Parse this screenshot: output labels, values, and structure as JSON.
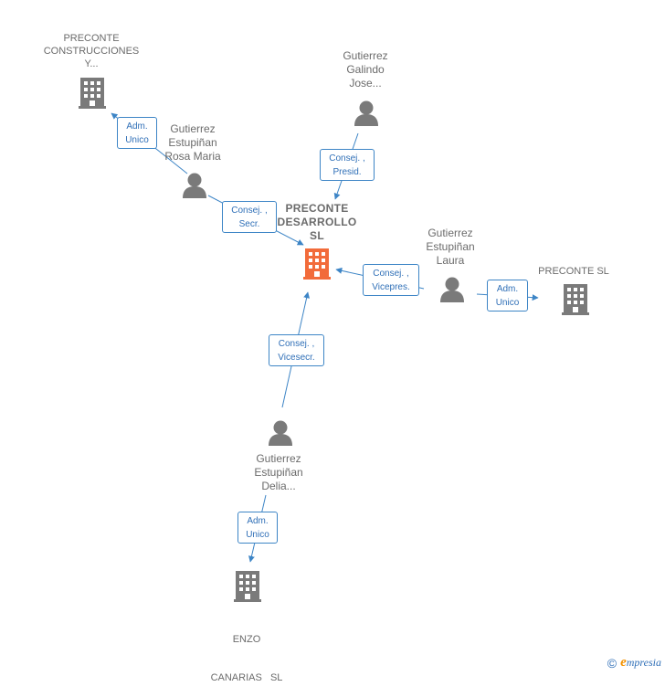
{
  "colors": {
    "edge": "#3d85c6",
    "node_gray": "#7a7a7a",
    "center_accent": "#f26b3a"
  },
  "nodes": {
    "preconte_construcciones": {
      "label_lines": [
        "PRECONTE",
        "CONSTRUCCIONES",
        "Y..."
      ],
      "icon": "building-icon"
    },
    "gutierrez_galindo": {
      "label_lines": [
        "Gutierrez",
        "Galindo",
        "Jose..."
      ],
      "icon": "person-icon"
    },
    "gutierrez_rosa": {
      "label_lines": [
        "Gutierrez",
        "Estupiñan",
        "Rosa Maria"
      ],
      "icon": "person-icon"
    },
    "preconte_desarrollo": {
      "label_lines": [
        "PRECONTE",
        "DESARROLLO",
        "SL"
      ],
      "icon": "building-icon"
    },
    "gutierrez_laura": {
      "label_lines": [
        "Gutierrez",
        "Estupiñan",
        "Laura"
      ],
      "icon": "person-icon"
    },
    "preconte_sl": {
      "label_lines": [
        "PRECONTE SL"
      ],
      "icon": "building-icon"
    },
    "gutierrez_delia": {
      "label_lines": [
        "Gutierrez",
        "Estupiñan",
        "Delia..."
      ],
      "icon": "person-icon"
    },
    "enzo_canarias": {
      "label_lines": [
        "ENZO",
        "CANARIAS   SL"
      ],
      "icon": "building-icon"
    }
  },
  "relations": {
    "rosa_to_construcciones": {
      "line1": "Adm.",
      "line2": "Unico"
    },
    "galindo_to_desarrollo": {
      "line1": "Consej. ,",
      "line2": "Presid."
    },
    "rosa_to_desarrollo": {
      "line1": "Consej. ,",
      "line2": "Secr."
    },
    "laura_to_desarrollo": {
      "line1": "Consej. ,",
      "line2": "Vicepres."
    },
    "laura_to_preconte_sl": {
      "line1": "Adm.",
      "line2": "Unico"
    },
    "delia_to_desarrollo": {
      "line1": "Consej. ,",
      "line2": "Vicesecr."
    },
    "delia_to_enzo": {
      "line1": "Adm.",
      "line2": "Unico"
    }
  },
  "footer": {
    "copyright": "©",
    "brand_initial": "e",
    "brand_rest": "mpresia"
  }
}
